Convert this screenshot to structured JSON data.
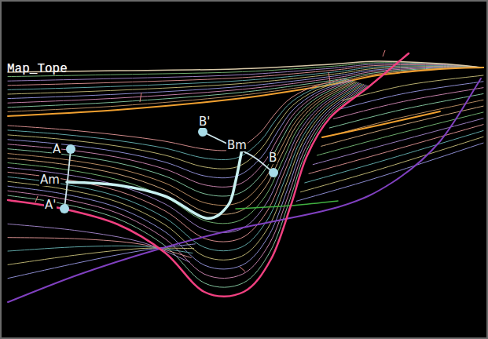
{
  "diagram": {
    "labels": [
      "Map_Tope",
      "A",
      "Am",
      "A'",
      "B'",
      "Bm",
      "B"
    ]
  }
}
